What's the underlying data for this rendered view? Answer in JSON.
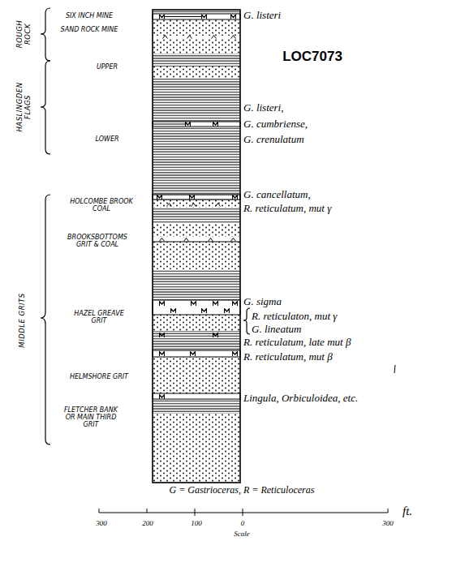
{
  "diagram": {
    "labels": [
      "ROUGH ROCK",
      "SIX INCH MINE",
      "SAND ROCK MINE",
      "G. listeri",
      "LOC7073",
      "HASLINGDEN FLAGS",
      "UPPER",
      "G. listeri,",
      "G. cumbriense,",
      "G. crenulatum",
      "LOWER",
      "G. cancellatum,",
      "R. reticulatum, mut γ",
      "HOLCOMBE BROOK COAL",
      "BROOKSBOTTOMS GRIT & COAL",
      "MIDDLE GRITS",
      "G. sigma",
      "HAZEL GREAVE GRIT",
      "R. reticulaton, mut γ",
      "G. lineatum",
      "R. reticulatum, late mut β",
      "R. reticulatum, mut β",
      "HELMSHORE GRIT",
      "FLETCHER BANK OR MAIN THIRD GRIT",
      "Lingula, Orbiculoidea, etc.",
      "G = Gastrioceras, R = Reticuloceras",
      "300",
      "200",
      "100",
      "0",
      "300",
      "ft.",
      "Scale"
    ]
  }
}
